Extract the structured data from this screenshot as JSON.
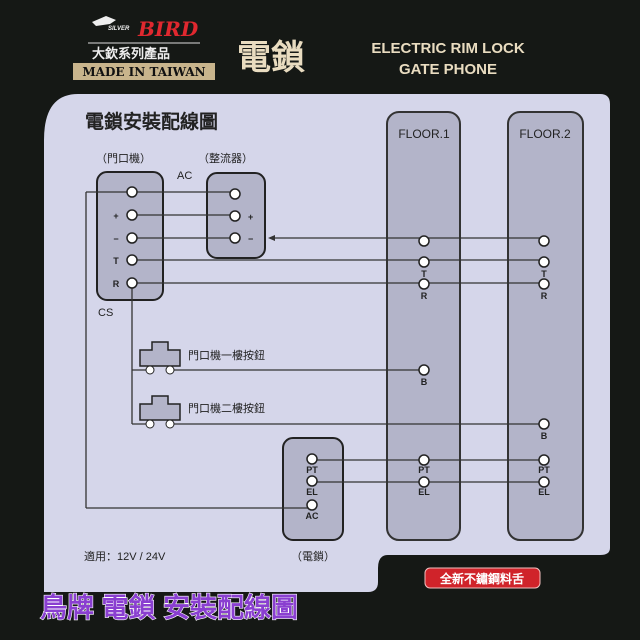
{
  "header": {
    "brand_small": "SILVER",
    "brand_large": "BIRD",
    "series": "大欽系列產品",
    "made_in": "MADE IN TAIWAN",
    "title_cn": "電鎖",
    "title_en_line1": "ELECTRIC RIM LOCK",
    "title_en_line2": "GATE PHONE"
  },
  "diagram": {
    "title": "電鎖安裝配線圖",
    "door_unit_label": "（門口機）",
    "rectifier_label": "（整流器）",
    "ac_label": "AC",
    "cs_label": "CS",
    "door_terminals": [
      "",
      "+",
      "−",
      "T",
      "R"
    ],
    "rectifier_terminals": [
      "",
      "+",
      "−"
    ],
    "button1_label": "門口機一樓按鈕",
    "button2_label": "門口機二樓按鈕",
    "floor1_label": "FLOOR.1",
    "floor2_label": "FLOOR.2",
    "floor_terminals": {
      "t": "T",
      "r": "R",
      "b": "B",
      "pt": "PT",
      "el": "EL"
    },
    "lock_terminals": [
      "PT",
      "EL",
      "AC"
    ],
    "lock_label": "（電鎖）",
    "voltage": "適用：12V / 24V"
  },
  "badge": "全新不鏽鋼料舌",
  "footer_title": "鳥牌 電鎖 安裝配線圖",
  "colors": {
    "panel": "#d5d6ea",
    "box": "#b3b4c9",
    "badge": "#d0232a",
    "footer_text": "#8a3fd0",
    "header_text": "#e9dcc0"
  }
}
